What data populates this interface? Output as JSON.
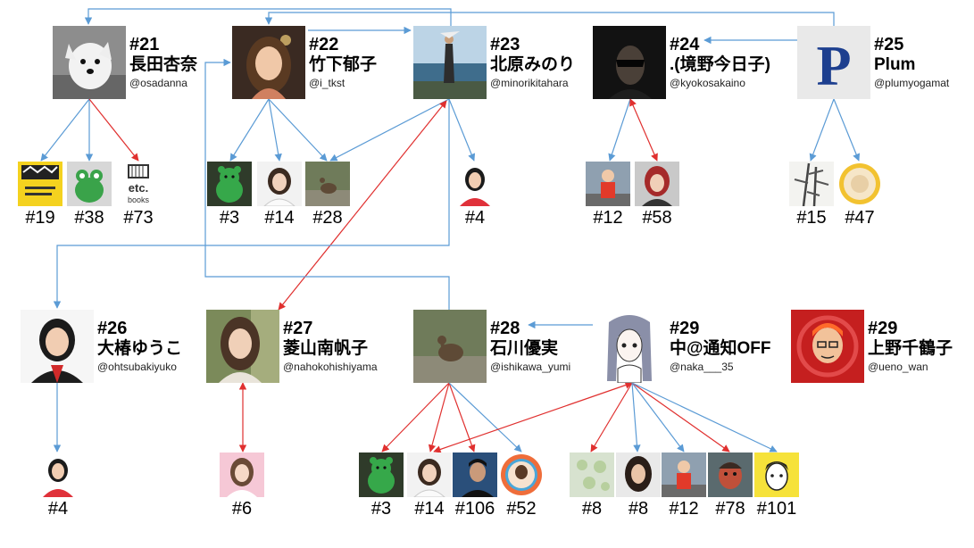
{
  "colors": {
    "blue": "#5b9bd5",
    "red": "#e0302f"
  },
  "accounts": [
    {
      "id": "n21",
      "num": "#21",
      "name": "長田杏奈",
      "handle": "@osadanna",
      "icon": "dog-photo-icon"
    },
    {
      "id": "n22",
      "num": "#22",
      "name": "竹下郁子",
      "handle": "@i_tkst",
      "icon": "woman-photo-icon"
    },
    {
      "id": "n23",
      "num": "#23",
      "name": "北原みのり",
      "handle": "@minorikitahara",
      "icon": "beach-photo-icon"
    },
    {
      "id": "n24",
      "num": "#24",
      "name": ".(境野今日子)",
      "handle": "@kyokosakaino",
      "icon": "man-sunglasses-photo-icon"
    },
    {
      "id": "n25",
      "num": "#25",
      "name": "Plum",
      "handle": "@plumyogamat",
      "icon": "letter-p-logo-icon"
    },
    {
      "id": "n26",
      "num": "#26",
      "name": "大椿ゆうこ",
      "handle": "@ohtsubakiyuko",
      "icon": "woman-portrait-icon"
    },
    {
      "id": "n27",
      "num": "#27",
      "name": "菱山南帆子",
      "handle": "@nahokohishiyama",
      "icon": "woman-portrait-icon"
    },
    {
      "id": "n28",
      "num": "#28",
      "name": "石川優実",
      "handle": "@ishikawa_yumi",
      "icon": "bird-photo-icon"
    },
    {
      "id": "n29a",
      "num": "#29",
      "name": "中@通知OFF",
      "handle": "@naka___35",
      "icon": "anime-girl-drawing-icon"
    },
    {
      "id": "n29b",
      "num": "#29",
      "name": "上野千鶴子",
      "handle": "@ueno_wan",
      "icon": "cartoon-avatar-icon"
    }
  ],
  "leaves": [
    {
      "id": "l19",
      "label": "#19",
      "icon": "book-cover-icon"
    },
    {
      "id": "l38",
      "label": "#38",
      "icon": "green-frog-icon"
    },
    {
      "id": "l73",
      "label": "#73",
      "icon": "etc-books-logo-icon"
    },
    {
      "id": "l3a",
      "label": "#3",
      "icon": "green-bear-icon"
    },
    {
      "id": "l14a",
      "label": "#14",
      "icon": "woman-portrait-icon"
    },
    {
      "id": "l28a",
      "label": "#28",
      "icon": "bird-photo-icon"
    },
    {
      "id": "l4a",
      "label": "#4",
      "icon": "woman-portrait-icon"
    },
    {
      "id": "l12a",
      "label": "#12",
      "icon": "child-photo-icon"
    },
    {
      "id": "l58",
      "label": "#58",
      "icon": "woman-portrait-icon"
    },
    {
      "id": "l15",
      "label": "#15",
      "icon": "bamboo-painting-icon"
    },
    {
      "id": "l47",
      "label": "#47",
      "icon": "gold-circle-icon"
    },
    {
      "id": "l4b",
      "label": "#4",
      "icon": "woman-portrait-icon"
    },
    {
      "id": "l6",
      "label": "#6",
      "icon": "woman-portrait-icon"
    },
    {
      "id": "l3b",
      "label": "#3",
      "icon": "green-bear-icon"
    },
    {
      "id": "l14b",
      "label": "#14",
      "icon": "woman-portrait-icon"
    },
    {
      "id": "l106",
      "label": "#106",
      "icon": "man-photo-icon"
    },
    {
      "id": "l52",
      "label": "#52",
      "icon": "ring-avatar-icon"
    },
    {
      "id": "l8a",
      "label": "#8",
      "icon": "flowers-photo-icon"
    },
    {
      "id": "l8b",
      "label": "#8",
      "icon": "woman-portrait-icon"
    },
    {
      "id": "l12b",
      "label": "#12",
      "icon": "child-photo-icon"
    },
    {
      "id": "l78",
      "label": "#78",
      "icon": "red-face-icon"
    },
    {
      "id": "l101",
      "label": "#101",
      "icon": "yellow-cartoon-icon"
    }
  ],
  "links": [
    {
      "path": "21-l19",
      "color": "blue"
    },
    {
      "path": "21-l38",
      "color": "blue"
    },
    {
      "path": "21-l73",
      "color": "red"
    },
    {
      "path": "22-l3a",
      "color": "blue"
    },
    {
      "path": "22-l14a",
      "color": "blue"
    },
    {
      "path": "22-l28a",
      "color": "blue"
    },
    {
      "path": "23-l28a",
      "color": "blue"
    },
    {
      "path": "23-l4a",
      "color": "blue"
    },
    {
      "path": "24-l12a",
      "color": "blue"
    },
    {
      "path": "24-l58",
      "color": "red",
      "both": true
    },
    {
      "path": "25-l15",
      "color": "blue"
    },
    {
      "path": "25-l47",
      "color": "blue"
    },
    {
      "path": "26-l4b",
      "color": "blue"
    },
    {
      "path": "27-l6",
      "color": "red",
      "both": true
    },
    {
      "path": "28-l3b",
      "color": "red"
    },
    {
      "path": "28-l14b",
      "color": "red"
    },
    {
      "path": "28-l106",
      "color": "red"
    },
    {
      "path": "28-l52",
      "color": "blue"
    },
    {
      "path": "29-l14b",
      "color": "red",
      "both": true
    },
    {
      "path": "29-l8a",
      "color": "red"
    },
    {
      "path": "29-l8b",
      "color": "blue"
    },
    {
      "path": "29-l12b",
      "color": "blue"
    },
    {
      "path": "29-l78",
      "color": "red"
    },
    {
      "path": "29-l101",
      "color": "blue"
    },
    {
      "path": "22-23",
      "color": "blue"
    },
    {
      "path": "25-24",
      "color": "blue"
    },
    {
      "path": "29-28",
      "color": "blue"
    },
    {
      "path": "27-23",
      "color": "red",
      "both": true
    },
    {
      "path": "23-26",
      "color": "blue"
    },
    {
      "path": "23-21",
      "color": "blue"
    },
    {
      "path": "25-22",
      "color": "blue"
    },
    {
      "path": "28-22",
      "color": "blue"
    }
  ]
}
